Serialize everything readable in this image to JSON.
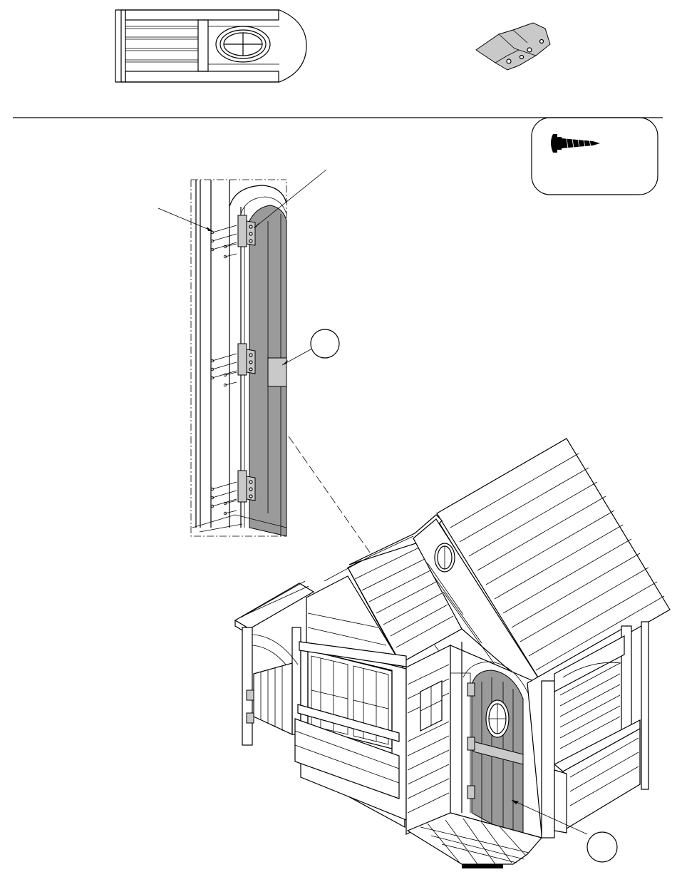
{
  "diagram": {
    "panels": [
      {
        "id": "door-panel-preview",
        "description_hidden": true
      },
      {
        "id": "hinge-part"
      },
      {
        "id": "screw-callout"
      },
      {
        "id": "hinge-detail-view"
      },
      {
        "id": "playhouse-assembly"
      }
    ],
    "callout_bubbles": [
      {
        "id": "callout-detail",
        "text": ""
      },
      {
        "id": "callout-door",
        "text": ""
      }
    ],
    "colors": {
      "line": "#000000",
      "door_fill": "#9a9a9a",
      "hinge_fill": "#c9c9c9",
      "background": "#ffffff"
    }
  }
}
